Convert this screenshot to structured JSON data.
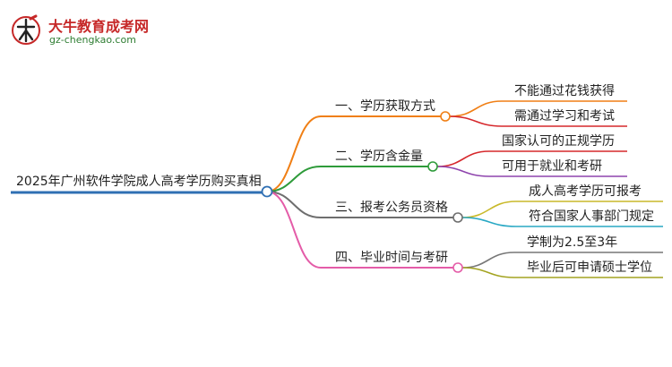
{
  "logo": {
    "title": "大牛教育成考网",
    "url": "gz-chengkao.com"
  },
  "mindmap": {
    "root": {
      "label": "2025年广州软件学院成人高考学历购买真相",
      "color": "#2f6fb3"
    },
    "branches": [
      {
        "label": "一、学历获取方式",
        "color": "#f07f15",
        "children": [
          {
            "label": "不能通过花钱获得",
            "color": "#f07f15"
          },
          {
            "label": "需通过学习和考试",
            "color": "#d6282c"
          }
        ]
      },
      {
        "label": "二、学历含金量",
        "color": "#2e9b3a",
        "children": [
          {
            "label": "国家认可的正规学历",
            "color": "#d6282c"
          },
          {
            "label": "可用于就业和考研",
            "color": "#8e44ad"
          }
        ]
      },
      {
        "label": "三、报考公务员资格",
        "color": "#6e6e6e",
        "children": [
          {
            "label": "成人高考学历可报考",
            "color": "#c9b92a"
          },
          {
            "label": "符合国家人事部门规定",
            "color": "#29a8c4"
          }
        ]
      },
      {
        "label": "四、毕业时间与考研",
        "color": "#e45ca8",
        "children": [
          {
            "label": "学制为2.5至3年",
            "color": "#777777"
          },
          {
            "label": "毕业后可申请硕士学位",
            "color": "#a3a320"
          }
        ]
      }
    ]
  }
}
